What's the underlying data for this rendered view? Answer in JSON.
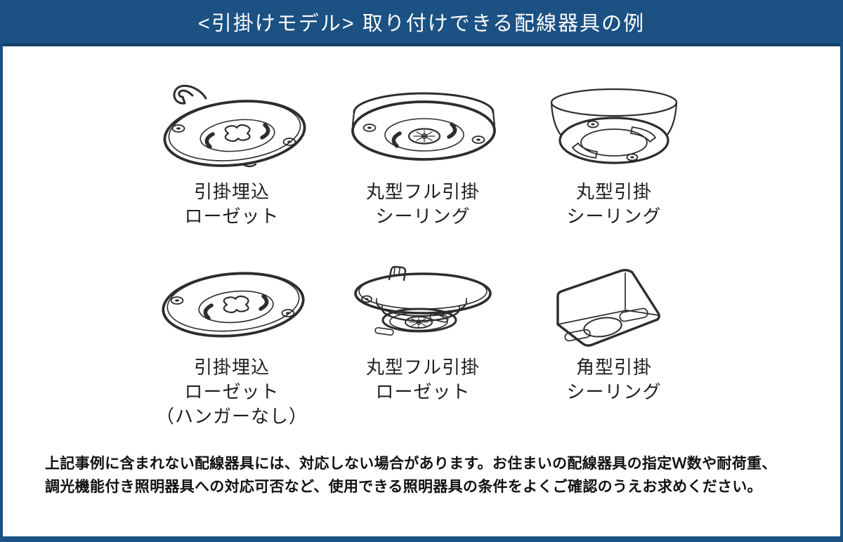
{
  "colors": {
    "accent_blue": "#1b5183",
    "accent_blue_dark": "#153f69",
    "line_art": "#2d2d2d"
  },
  "header": {
    "title": "<引掛けモデル> 取り付けできる配線器具の例"
  },
  "fixtures": [
    {
      "icon": "rosette-with-hanger-icon",
      "label_lines": [
        "引掛埋込",
        "ローゼット"
      ]
    },
    {
      "icon": "round-full-hook-ceiling-icon",
      "label_lines": [
        "丸型フル引掛",
        "シーリング"
      ]
    },
    {
      "icon": "round-hook-ceiling-icon",
      "label_lines": [
        "丸型引掛",
        "シーリング"
      ]
    },
    {
      "icon": "rosette-without-hanger-icon",
      "label_lines": [
        "引掛埋込",
        "ローゼット",
        "（ハンガーなし）"
      ]
    },
    {
      "icon": "round-full-hook-rosette-icon",
      "label_lines": [
        "丸型フル引掛",
        "ローゼット"
      ]
    },
    {
      "icon": "square-hook-ceiling-icon",
      "label_lines": [
        "角型引掛",
        "シーリング"
      ]
    }
  ],
  "footnote": {
    "line1": "上記事例に含まれない配線器具には、対応しない場合があります。お住まいの配線器具の指定Ｗ数や耐荷重、",
    "line2": "調光機能付き照明器具への対応可否など、使用できる照明器具の条件をよくご確認のうえお求めください。"
  }
}
